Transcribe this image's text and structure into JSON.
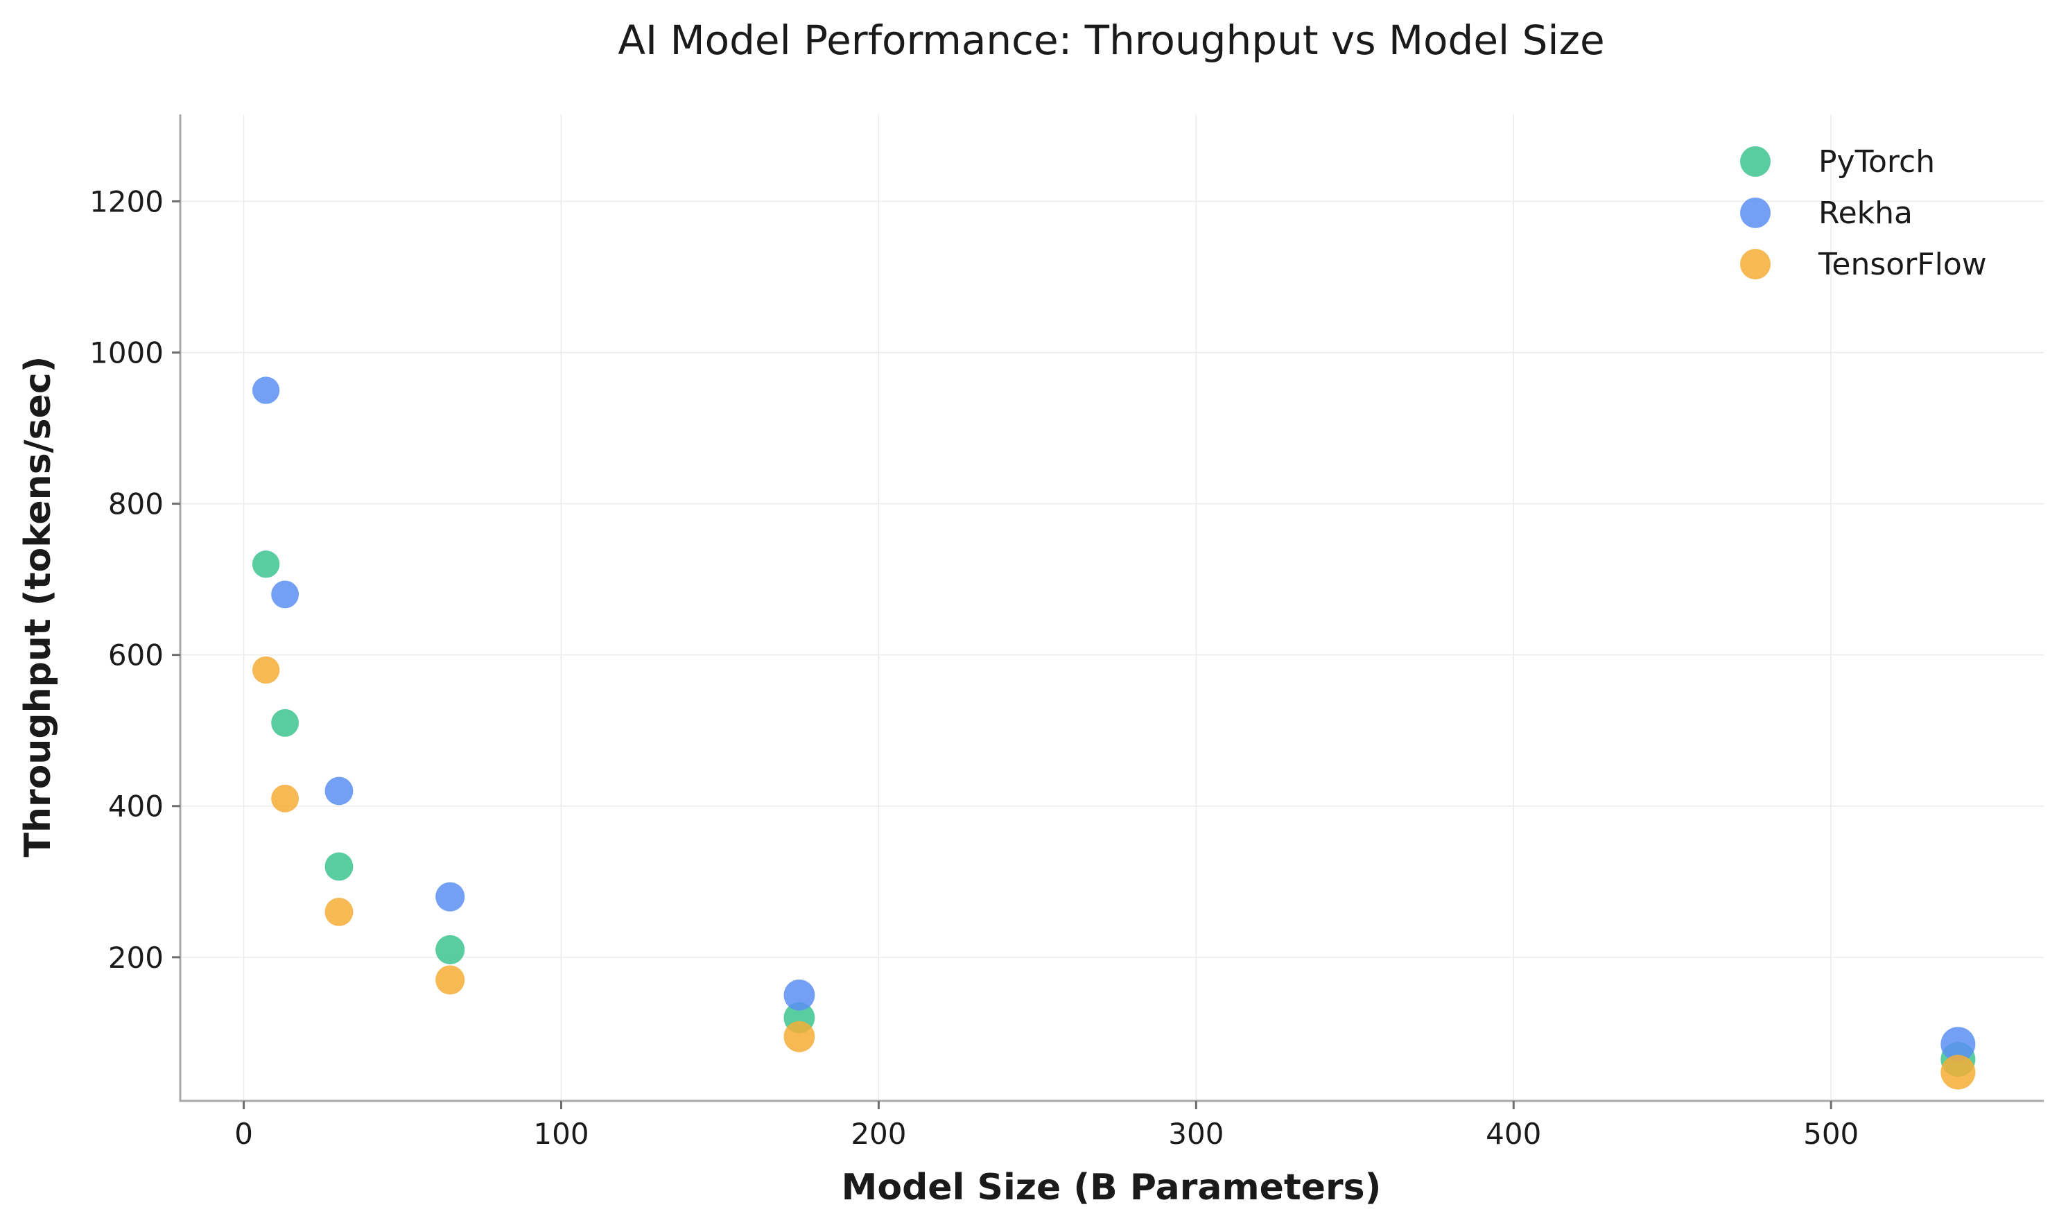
{
  "chart_data": {
    "type": "scatter",
    "title": "AI Model Performance: Throughput vs Model Size",
    "xlabel": "Model Size (B Parameters)",
    "ylabel": "Throughput (tokens/sec)",
    "xlim": [
      -20,
      567
    ],
    "ylim": [
      10,
      1315
    ],
    "xticks": [
      0,
      100,
      200,
      300,
      400,
      500
    ],
    "yticks": [
      200,
      400,
      600,
      800,
      1000,
      1200
    ],
    "grid": true,
    "legend_position": "top-right",
    "series": [
      {
        "name": "PyTorch",
        "color": "#3cc48f",
        "x": [
          7,
          13,
          30,
          65,
          175,
          540
        ],
        "y": [
          720,
          510,
          320,
          210,
          120,
          65
        ]
      },
      {
        "name": "Rekha",
        "color": "#5b8ff2",
        "x": [
          7,
          13,
          30,
          65,
          175,
          540
        ],
        "y": [
          950,
          680,
          420,
          280,
          150,
          85
        ]
      },
      {
        "name": "TensorFlow",
        "color": "#f4ad36",
        "x": [
          7,
          13,
          30,
          65,
          175,
          540
        ],
        "y": [
          580,
          410,
          260,
          170,
          95,
          48
        ]
      }
    ]
  }
}
